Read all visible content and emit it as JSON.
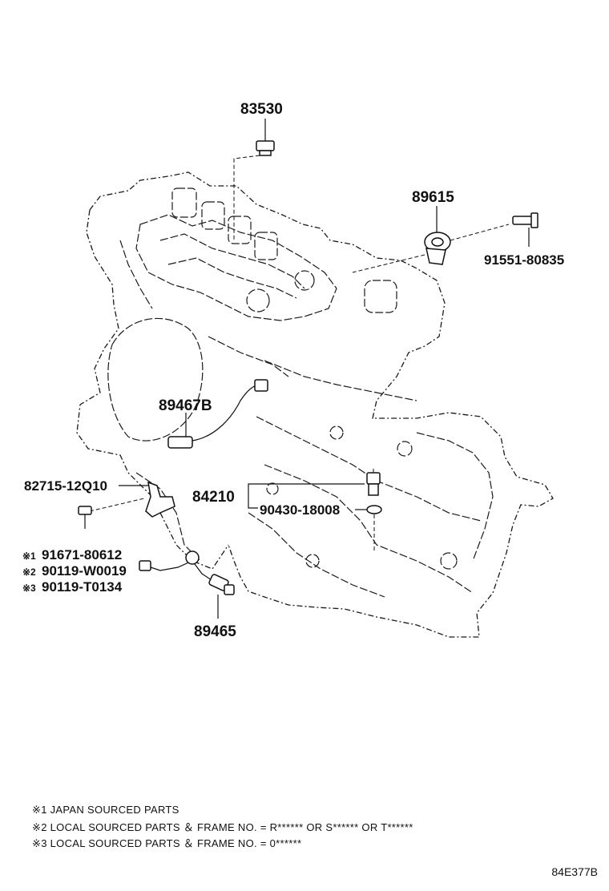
{
  "parts": {
    "p83530": "83530",
    "p89615": "89615",
    "p91551": "91551-80835",
    "p89467b": "89467B",
    "p82715": "82715-12Q10",
    "p84210": "84210",
    "p90430": "90430-18008",
    "p91671": "91671-80612",
    "p90119w": "90119-W0019",
    "p90119t": "90119-T0134",
    "p89465": "89465",
    "mark1": "※1",
    "mark2": "※2",
    "mark3": "※3"
  },
  "notes": {
    "n1": "※1 JAPAN SOURCED PARTS",
    "n2": "※2 LOCAL SOURCED PARTS ＆ FRAME NO. = R****** OR S****** OR T******",
    "n3": "※3 LOCAL SOURCED PARTS ＆ FRAME NO. = 0******"
  },
  "diagram_code": "84E377B"
}
